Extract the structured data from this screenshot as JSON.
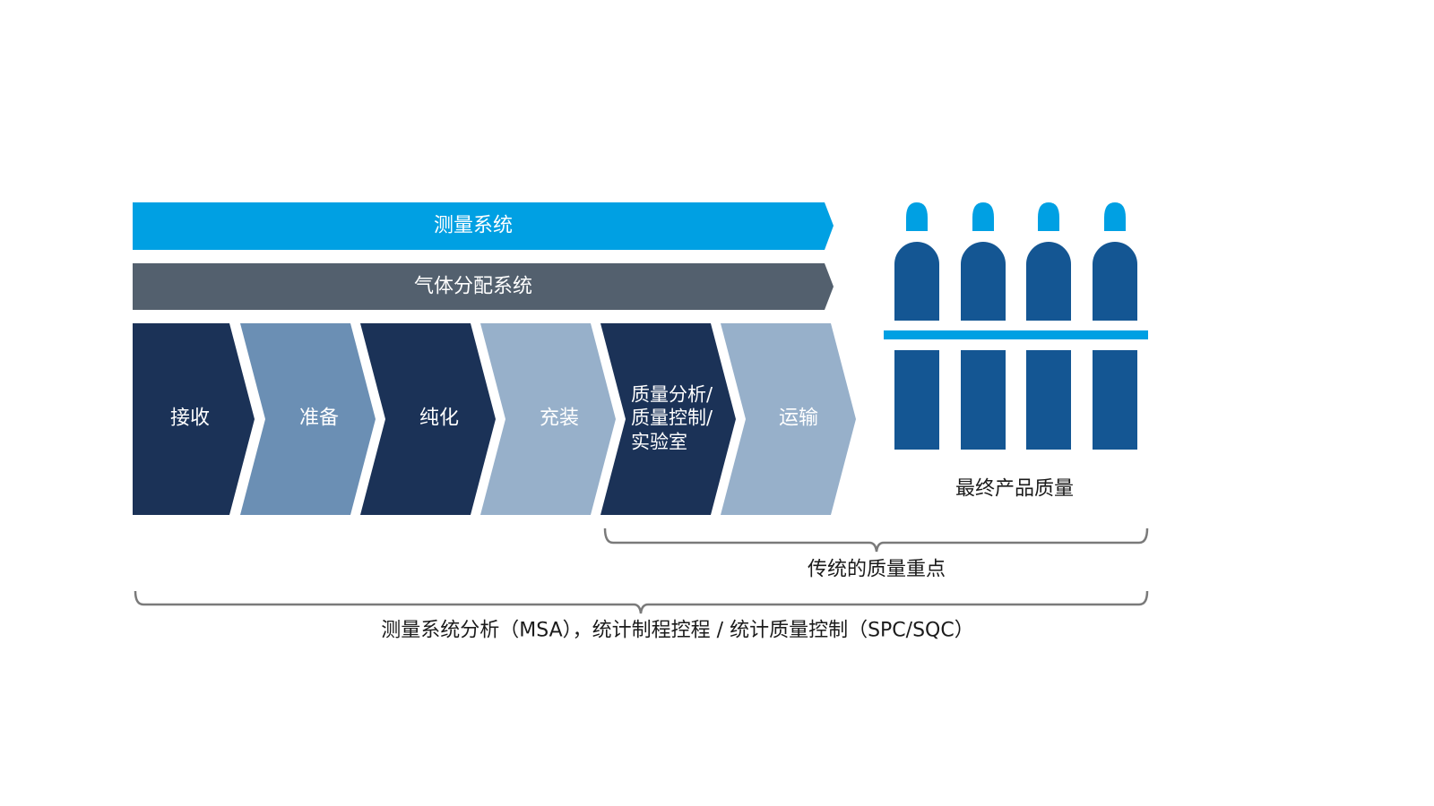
{
  "banners": {
    "measurement_system": "测量系统",
    "gas_distribution_system": "气体分配系统"
  },
  "steps": [
    {
      "label": "接收"
    },
    {
      "label": "准备"
    },
    {
      "label": "纯化"
    },
    {
      "label": "充装"
    },
    {
      "label_lines": [
        "质量分析/",
        "质量控制/",
        "实验室"
      ]
    },
    {
      "label": "运输"
    }
  ],
  "product_quality_label": "最终产品质量",
  "traditional_focus_label": "传统的质量重点",
  "bottom_caption": "测量系统分析（MSA），统计制程控程 / 统计质量控制（SPC/SQC）",
  "colors": {
    "bright_blue": "#00a0e3",
    "slate_gray": "#53606e",
    "navy": "#1b3257",
    "steel_blue": "#6b8fb4",
    "light_steel": "#97b0ca",
    "cylinder_blue": "#145693",
    "bracket_gray": "#7a7a7a"
  },
  "icons": {
    "gas_cylinders": "gas-cylinder-rack-icon"
  }
}
